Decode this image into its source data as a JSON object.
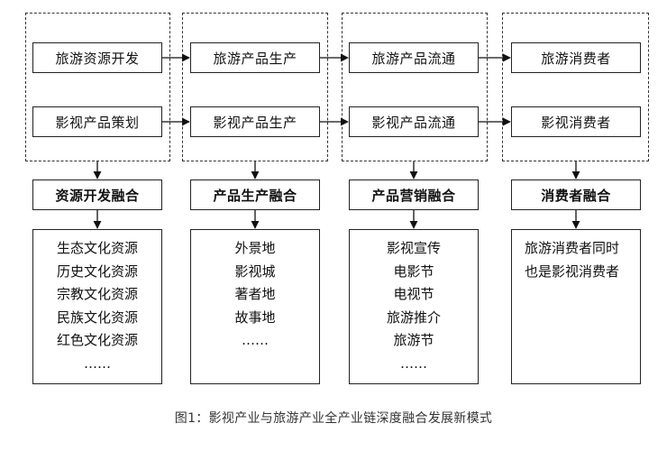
{
  "columns": [
    {
      "boxes": [
        "旅游资源开发",
        "影视产品策划"
      ],
      "header": "资源开发融合",
      "items": [
        "生态文化资源",
        "历史文化资源",
        "宗教文化资源",
        "民族文化资源",
        "红色文化资源",
        "……"
      ]
    },
    {
      "boxes": [
        "旅游产品生产",
        "影视产品生产"
      ],
      "header": "产品生产融合",
      "items": [
        "外景地",
        "影视城",
        "著者地",
        "故事地",
        "……"
      ]
    },
    {
      "boxes": [
        "旅游产品流通",
        "影视产品流通"
      ],
      "header": "产品营销融合",
      "items": [
        "影视宣传",
        "电影节",
        "电视节",
        "旅游推介",
        "旅游节",
        "……"
      ]
    },
    {
      "boxes": [
        "旅游消费者",
        "影视消费者"
      ],
      "header": "消费者融合",
      "description": "旅游消费者同时也是影视消费者"
    }
  ],
  "caption": "图1：影视产业与旅游产业全产业链深度融合发展新模式"
}
